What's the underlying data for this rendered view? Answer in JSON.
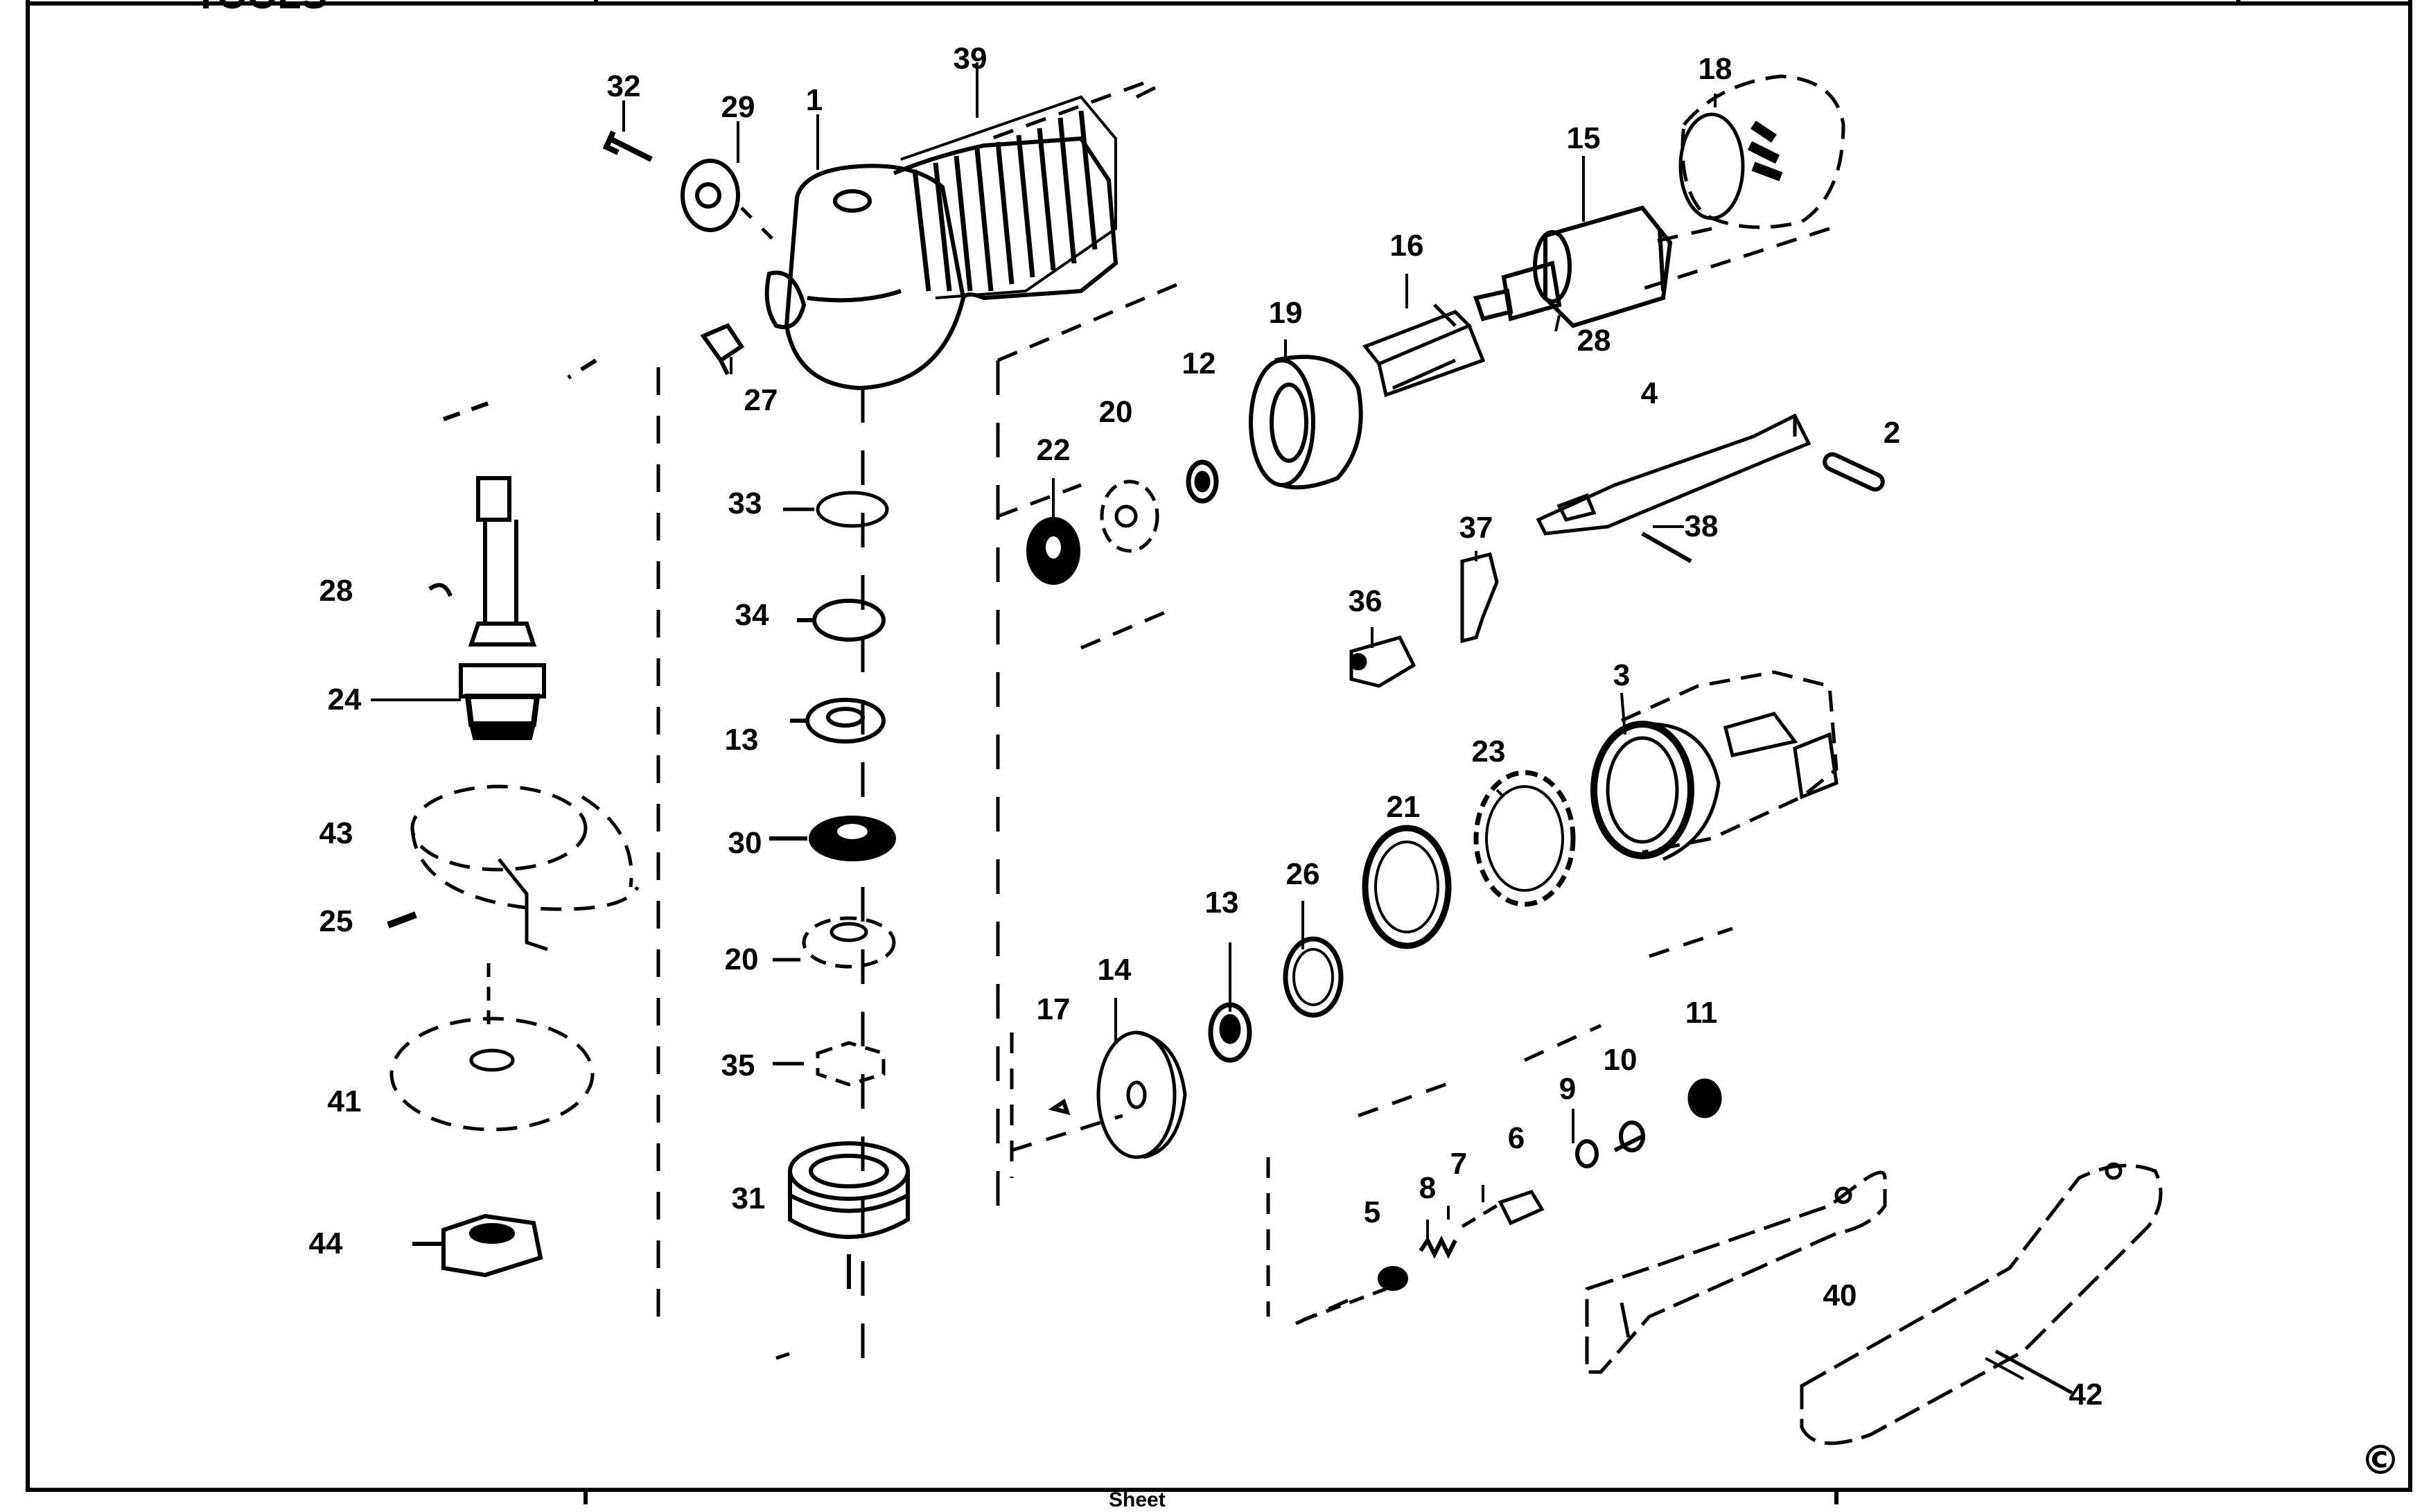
{
  "header": {
    "brand_fragment": "TOOLS"
  },
  "footer": {
    "center_fragment": "Sheet"
  },
  "copyright_symbol": "©",
  "part_labels": [
    "32",
    "29",
    "1",
    "39",
    "18",
    "15",
    "16",
    "28",
    "19",
    "12",
    "20",
    "22",
    "4",
    "2",
    "38",
    "37",
    "36",
    "27",
    "33",
    "34",
    "28",
    "24",
    "13",
    "43",
    "30",
    "25",
    "20",
    "35",
    "41",
    "31",
    "44",
    "3",
    "23",
    "21",
    "26",
    "13",
    "14",
    "17",
    "11",
    "10",
    "9",
    "7",
    "6",
    "8",
    "5",
    "40",
    "42"
  ]
}
